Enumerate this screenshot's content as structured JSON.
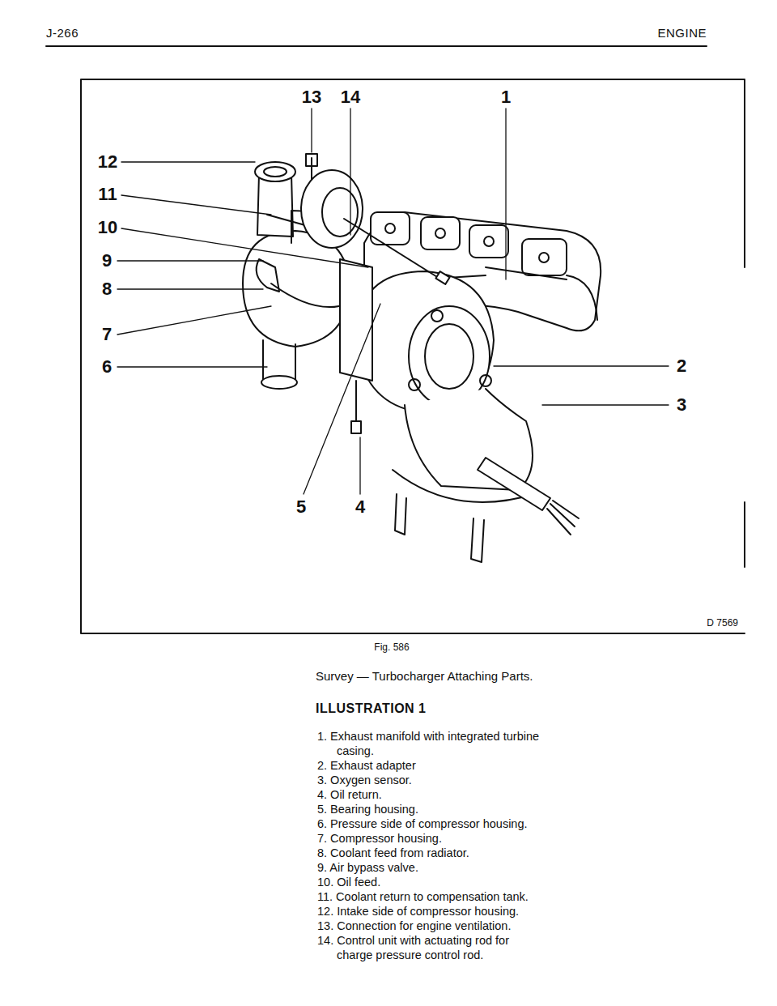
{
  "diagram": {
    "title": "ILLUSTRATION 1",
    "caption": "Survey — Turbocharger Attaching Parts.",
    "labels": [
      "J-266",
      "ENGINE",
      "13",
      "14",
      "1",
      "12",
      "11",
      "10",
      "9",
      "8",
      "7",
      "6",
      "2",
      "3",
      "5",
      "4",
      "D 7569",
      "Fig. 586",
      "1. Exhaust manifold with integrated turbine casing.",
      "2. Exhaust adapter",
      "3. Oxygen sensor.",
      "4. Oil return.",
      "5. Bearing housing.",
      "6. Pressure side of compressor housing.",
      "7. Compressor housing.",
      "8. Coolant feed from radiator.",
      "9. Air bypass valve.",
      "10. Oil feed.",
      "11. Coolant return to compensation tank.",
      "12. Intake side of compressor housing.",
      "13. Connection for engine ventilation.",
      "14. Control unit with actuating rod for charge pressure control rod."
    ]
  }
}
